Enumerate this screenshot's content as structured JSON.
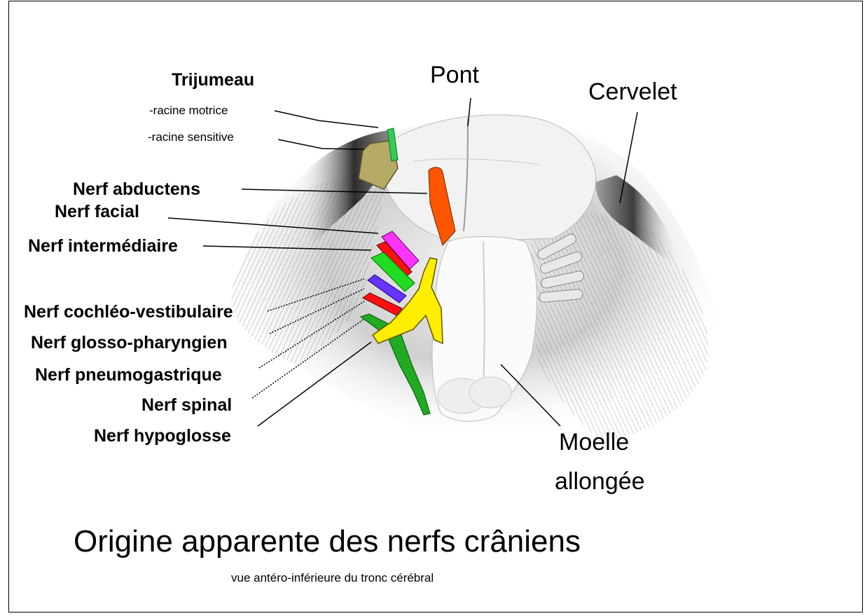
{
  "labels": {
    "trijumeau": "Trijumeau",
    "racine_motrice": "-racine motrice",
    "racine_sensitive": "-racine sensitive",
    "pont": "Pont",
    "cervelet": "Cervelet",
    "abducens": "Nerf abductens",
    "facial": "Nerf facial",
    "intermediaire": "Nerf intermédiaire",
    "cochleo": "Nerf cochléo-vestibulaire",
    "glosso": "Nerf glosso-pharyngien",
    "pneumo": "Nerf pneumogastrique",
    "spinal": "Nerf spinal",
    "hypoglosse": "Nerf hypoglosse",
    "moelle_1": "Moelle",
    "moelle_2": "allongée"
  },
  "title": "Origine apparente des nerfs crâniens",
  "subtitle": "vue antéro-inférieure du tronc cérébral",
  "colors": {
    "trijumeau_sensitive": "#b5aa66",
    "trijumeau_motrice": "#33cc55",
    "abducens": "#ff5500",
    "facial": "#ff33ff",
    "intermediaire": "#ff1111",
    "cochleo": "#22dd22",
    "glosso": "#6633ff",
    "pneumo": "#ff1111",
    "spinal": "#22aa22",
    "hypoglosse": "#ffee00"
  }
}
